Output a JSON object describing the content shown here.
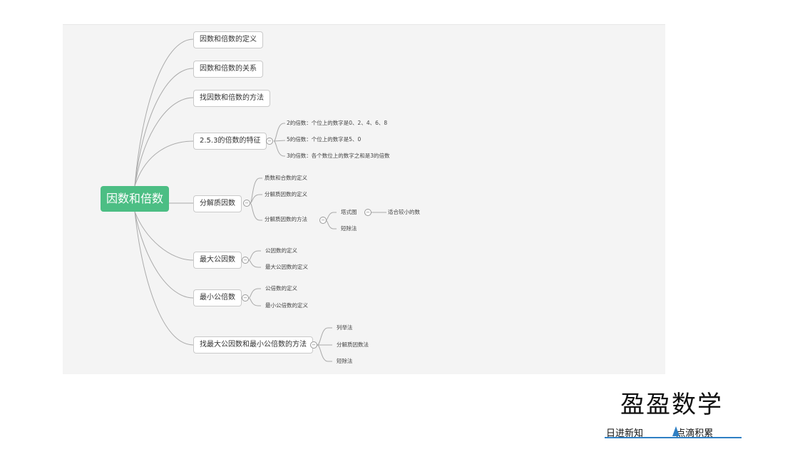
{
  "mindmap": {
    "root": "因数和倍数",
    "branches": [
      {
        "label": "因数和倍数的定义",
        "children": []
      },
      {
        "label": "因数和倍数的关系",
        "children": []
      },
      {
        "label": "找因数和倍数的方法",
        "children": []
      },
      {
        "label": "2.5.3的倍数的特征",
        "children": [
          {
            "label": "2的倍数：个位上的数字是0、2、4、6、8"
          },
          {
            "label": "5的倍数：个位上的数字是5、0"
          },
          {
            "label": "3的倍数：各个数位上的数字之和是3的倍数"
          }
        ]
      },
      {
        "label": "分解质因数",
        "children": [
          {
            "label": "质数和合数的定义"
          },
          {
            "label": "分解质因数的定义"
          },
          {
            "label": "分解质因数的方法",
            "children": [
              {
                "label": "塔式图",
                "children": [
                  {
                    "label": "适合较小的数"
                  }
                ]
              },
              {
                "label": "短除法"
              }
            ]
          }
        ]
      },
      {
        "label": "最大公因数",
        "children": [
          {
            "label": "公因数的定义"
          },
          {
            "label": "最大公因数的定义"
          }
        ]
      },
      {
        "label": "最小公倍数",
        "children": [
          {
            "label": "公倍数的定义"
          },
          {
            "label": "最小公倍数的定义"
          }
        ]
      },
      {
        "label": "找最大公因数和最小公倍数的方法",
        "children": [
          {
            "label": "列举法"
          },
          {
            "label": "分解质因数法"
          },
          {
            "label": "短除法"
          }
        ]
      }
    ]
  },
  "brand": {
    "title": "盈盈数学",
    "slogan_left": "日进新知",
    "slogan_right": "点滴积累"
  },
  "colors": {
    "root_fill": "#4cbe84",
    "brand_accent": "#2e7fc4"
  }
}
